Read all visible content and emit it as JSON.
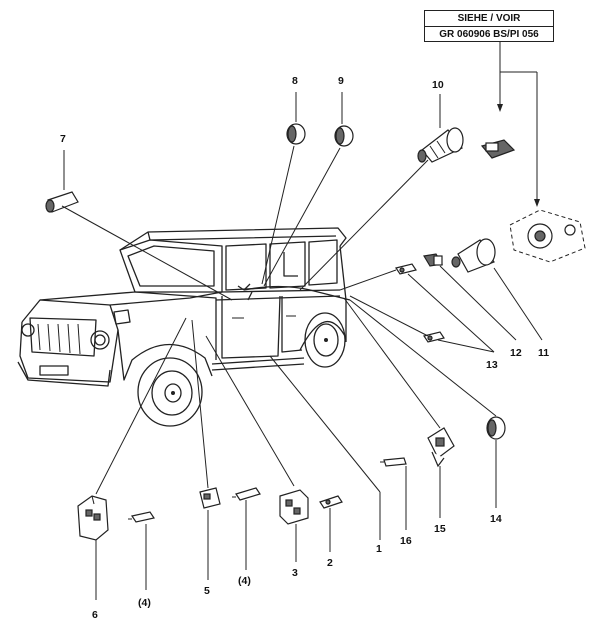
{
  "reference_box": {
    "line1": "SIEHE / VOIR",
    "line2": "GR  060906  BS/PI 056"
  },
  "callouts": {
    "c1": "1",
    "c2": "2",
    "c3": "3",
    "c4a": "(4)",
    "c4b": "(4)",
    "c5": "5",
    "c6": "6",
    "c7": "7",
    "c8": "8",
    "c9": "9",
    "c10": "10",
    "c11": "11",
    "c12": "12",
    "c13": "13",
    "c14": "14",
    "c15": "15",
    "c16": "16"
  }
}
